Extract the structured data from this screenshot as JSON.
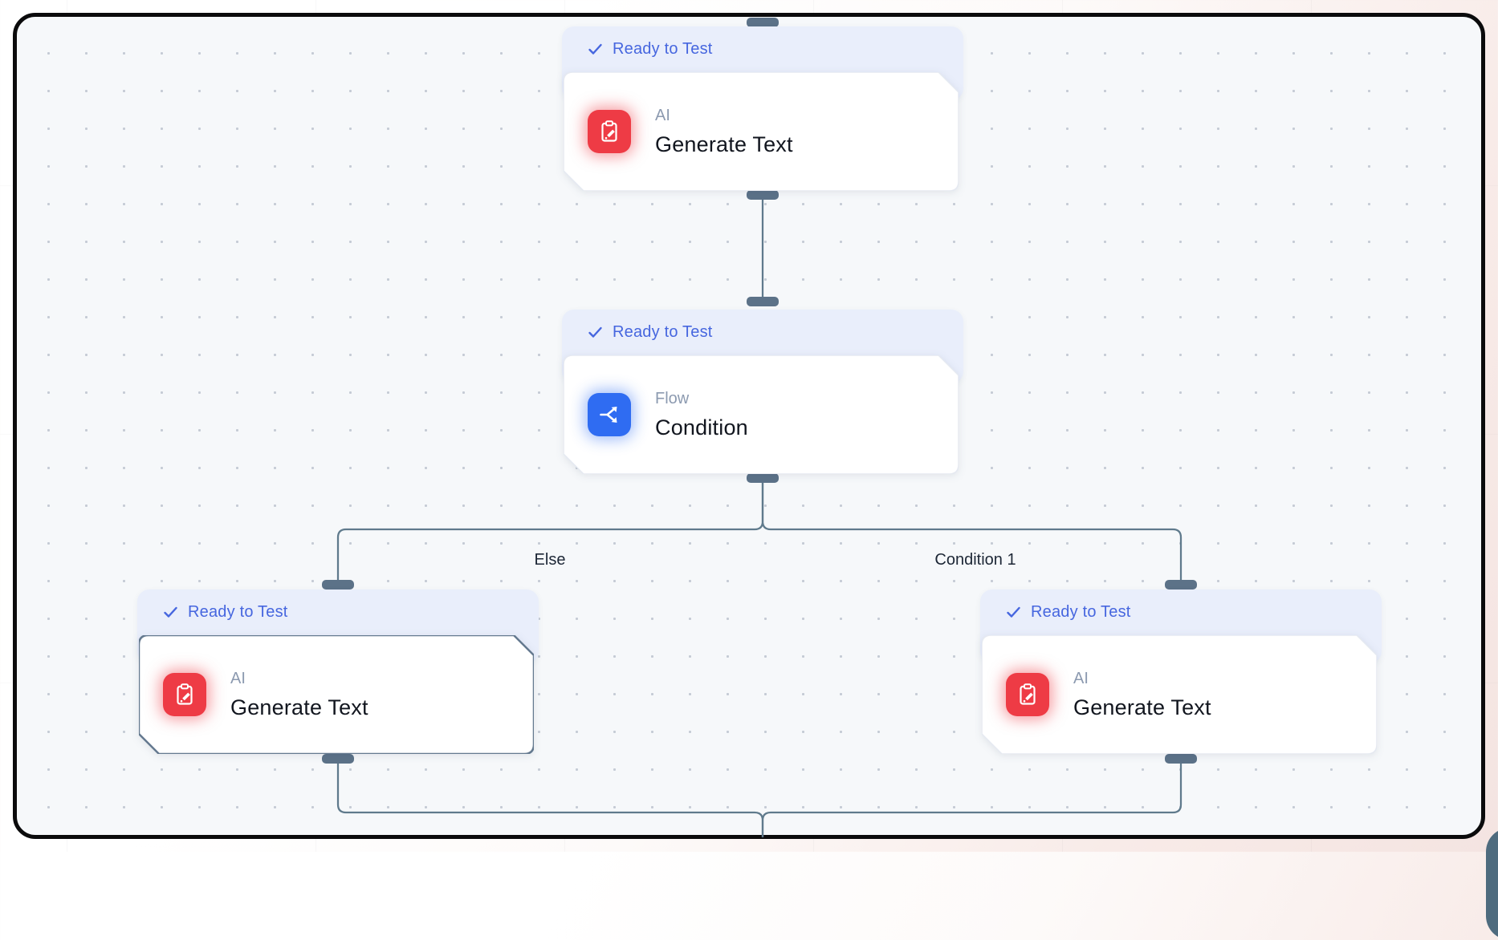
{
  "app": {
    "view": "workflow-canvas"
  },
  "colors": {
    "canvas_bg": "#f6f8fa",
    "canvas_dot": "#c5cbd5",
    "frame_border": "#0b0b0c",
    "outside_bg_top": "#ffffff",
    "outside_bg_bottom": "#f4e4e1",
    "outside_corner_accent": "#4e6b7e",
    "status_band_bg": "#e9eefb",
    "status_text": "#4666df",
    "edge_line": "#5f7a8c",
    "handle": "#5c7288",
    "ai_accent": "#ee3b45",
    "flow_accent": "#2f6cf2",
    "kind_text": "#8c9ab0",
    "title_text": "#12161f",
    "edge_label_text": "#1c2635"
  },
  "nodes": [
    {
      "id": "generate-text-top",
      "status": "Ready to Test",
      "kind": "AI",
      "title": "Generate Text",
      "icon": "clipboard-pen-icon",
      "selected": false
    },
    {
      "id": "condition",
      "status": "Ready to Test",
      "kind": "Flow",
      "title": "Condition",
      "icon": "branch-icon",
      "selected": false
    },
    {
      "id": "generate-text-else",
      "status": "Ready to Test",
      "kind": "AI",
      "title": "Generate Text",
      "icon": "clipboard-pen-icon",
      "selected": true
    },
    {
      "id": "generate-text-cond1",
      "status": "Ready to Test",
      "kind": "AI",
      "title": "Generate Text",
      "icon": "clipboard-pen-icon",
      "selected": false
    }
  ],
  "edge_labels": [
    {
      "text": "Else"
    },
    {
      "text": "Condition 1"
    }
  ]
}
